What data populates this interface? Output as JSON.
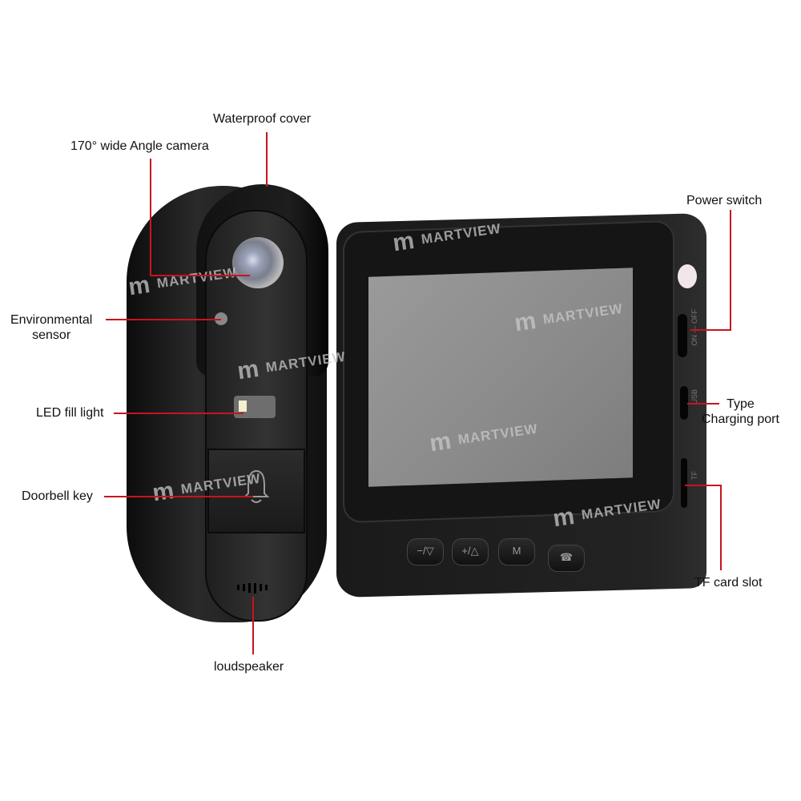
{
  "brand": {
    "watermark": "MARTVIEW",
    "logo_letter": "m"
  },
  "labels": {
    "waterproof_cover": "Waterproof cover",
    "camera": "170° wide Angle camera",
    "env_sensor_1": "Environmental",
    "env_sensor_2": "sensor",
    "led": "LED fill light",
    "doorbell_key": "Doorbell key",
    "loudspeaker": "loudspeaker",
    "power_switch": "Power switch",
    "type_1": "Type",
    "type_2": "Charging port",
    "tf_card": "TF card slot"
  },
  "monitor": {
    "buttons": [
      "−/▽",
      "+/△",
      "M",
      "☎"
    ],
    "side_marks": {
      "power": "ON — OFF",
      "usb": "USB",
      "tf": "TF"
    }
  },
  "colors": {
    "callout_line": "#c8141e",
    "device": "#1c1c1c",
    "screen": "#8e8e8e"
  }
}
